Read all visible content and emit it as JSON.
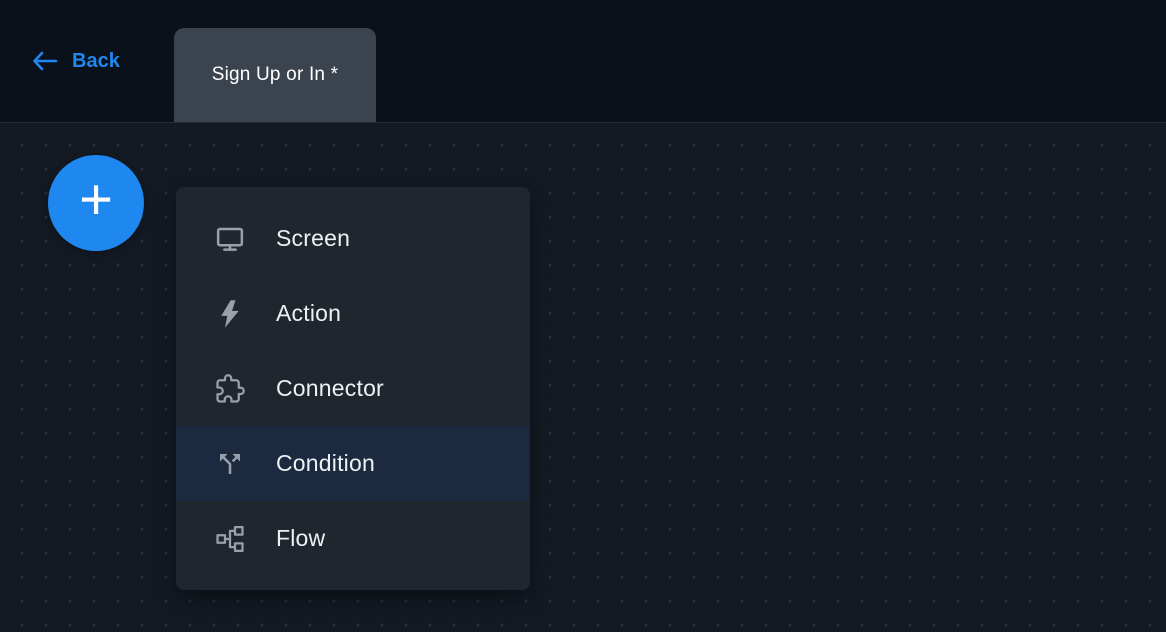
{
  "header": {
    "back": {
      "label": "Back"
    },
    "tab": {
      "title": "Sign Up or In *"
    }
  },
  "canvas": {
    "add_node_button": {
      "label": "+"
    }
  },
  "node_menu": {
    "items": [
      {
        "label": "Screen",
        "icon": "screen-icon",
        "selected": false
      },
      {
        "label": "Action",
        "icon": "action-icon",
        "selected": false
      },
      {
        "label": "Connector",
        "icon": "connector-icon",
        "selected": false
      },
      {
        "label": "Condition",
        "icon": "condition-icon",
        "selected": true
      },
      {
        "label": "Flow",
        "icon": "flow-icon",
        "selected": false
      }
    ]
  },
  "colors": {
    "accent_blue": "#1e87f0",
    "header_bg": "#0a111a",
    "canvas_bg": "#131a23",
    "canvas_dot": "#27313f",
    "tab_bg": "#3b434e",
    "menu_bg": "#20262e",
    "menu_selected_bg": "#1c2a40",
    "icon_gray": "#98a0ab",
    "text_light": "#eef1f4"
  }
}
